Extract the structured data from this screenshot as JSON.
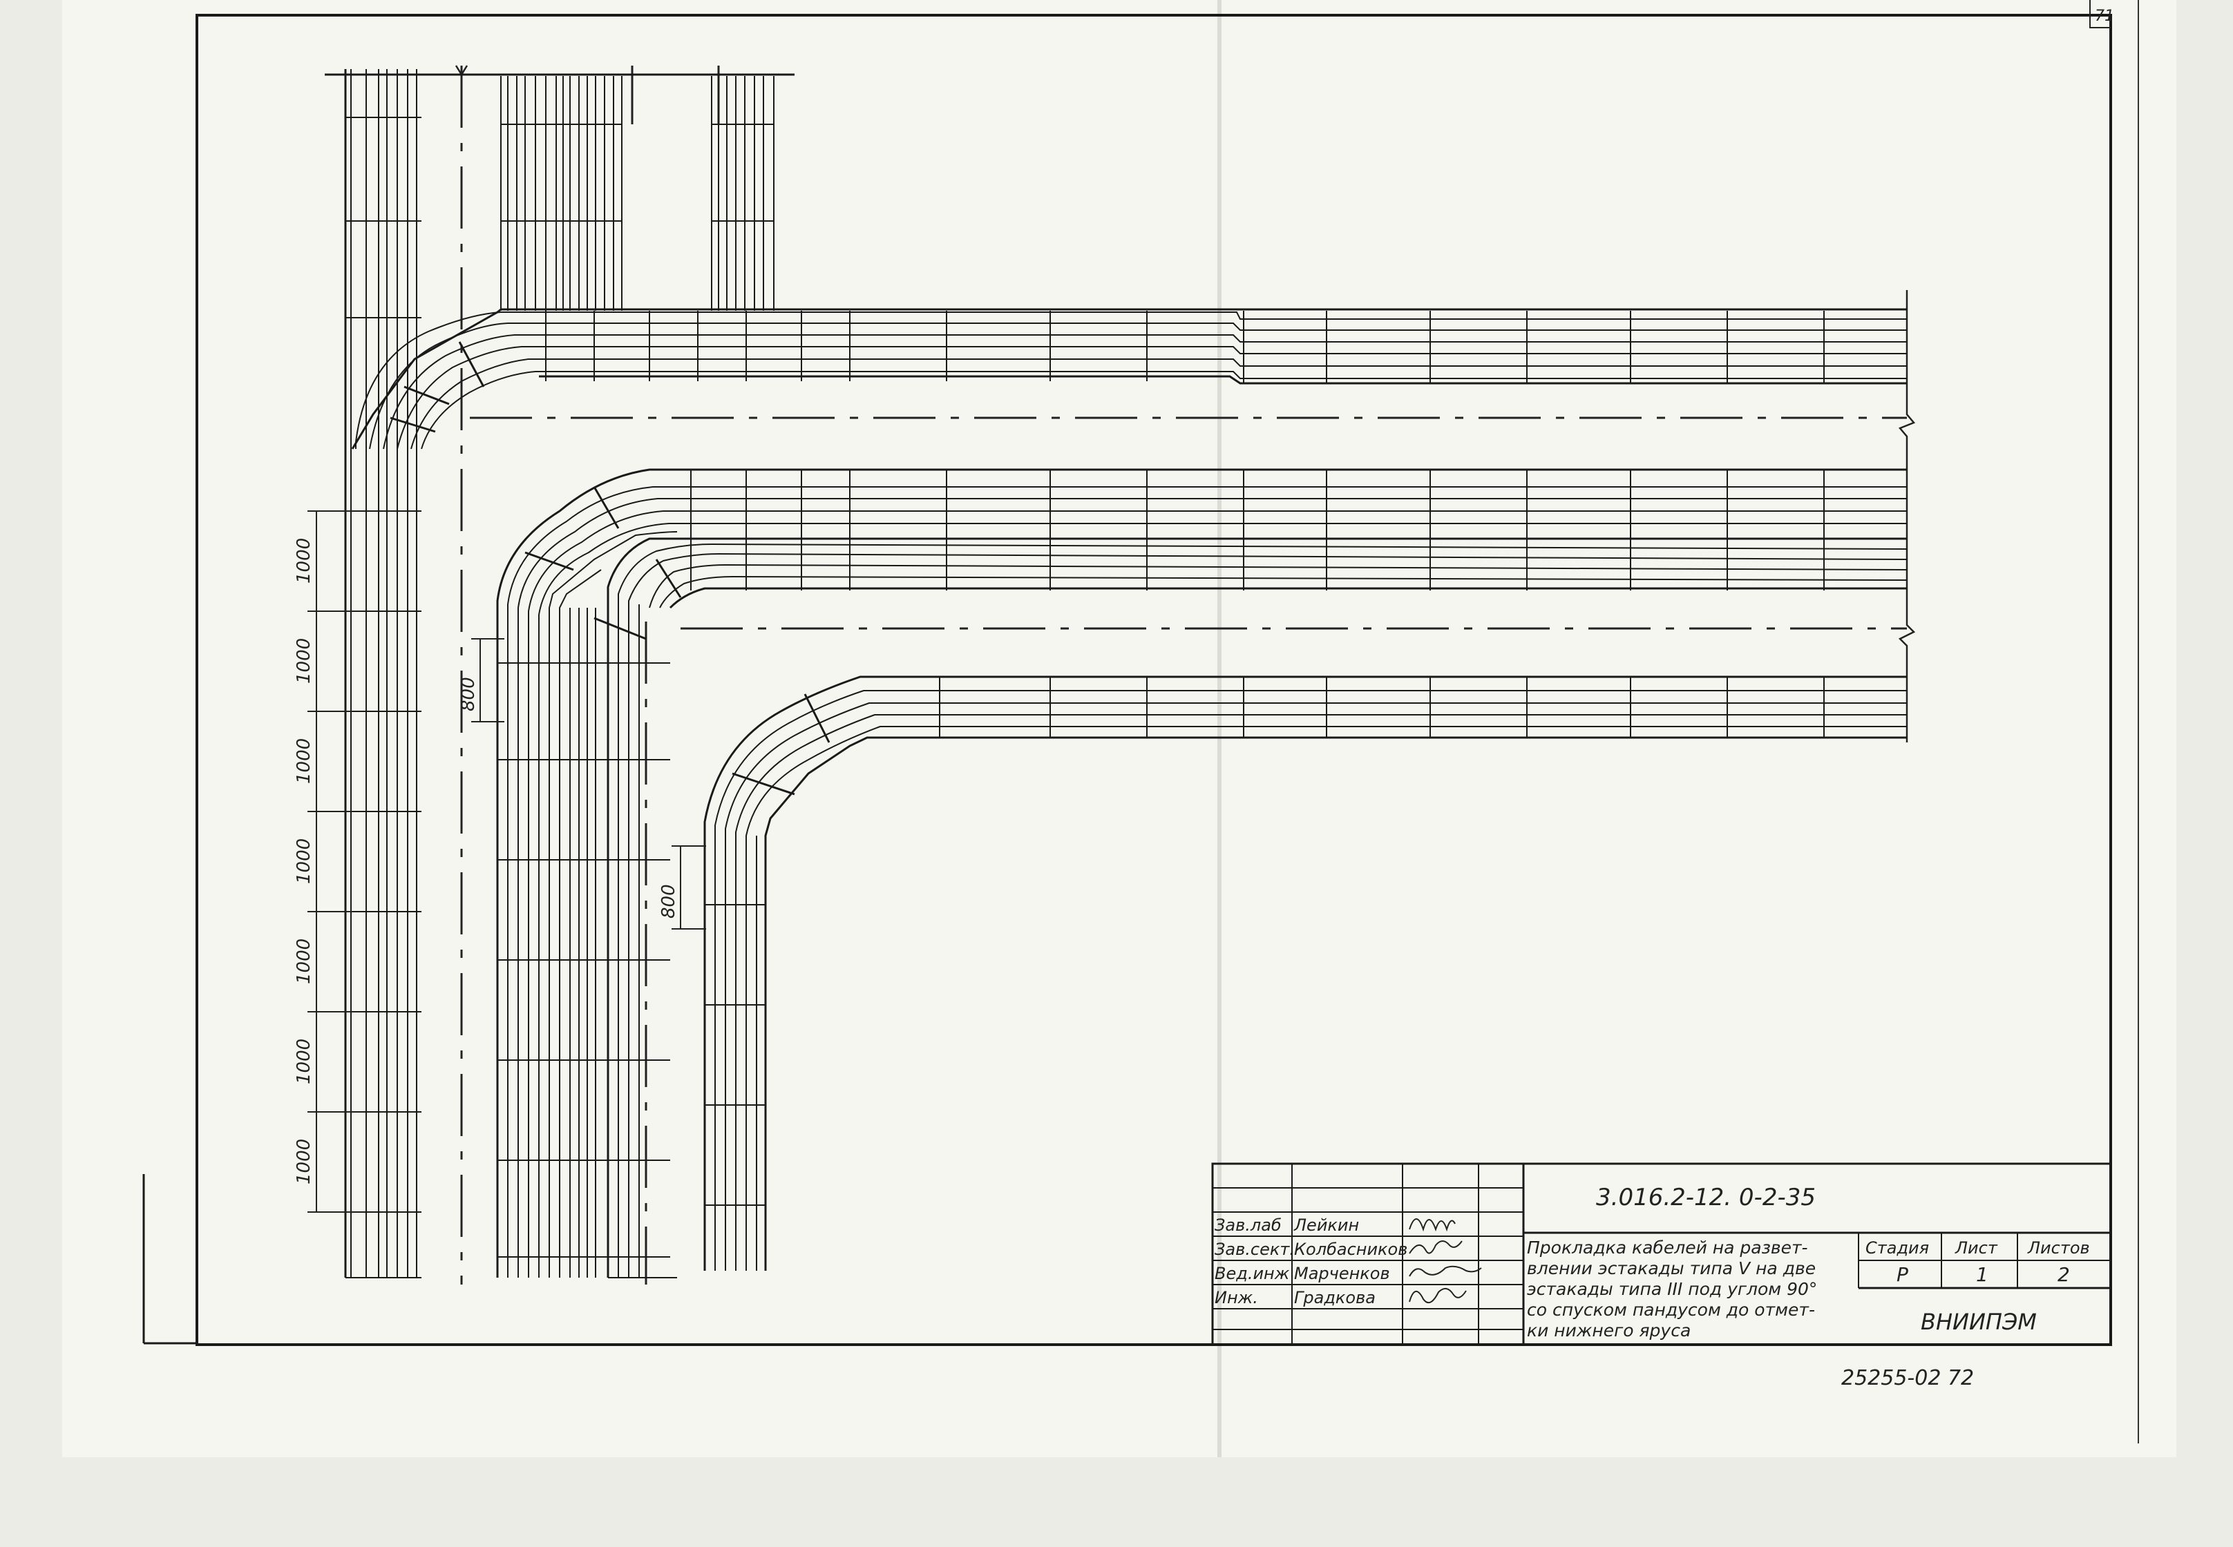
{
  "sheet_corner_number": "71",
  "dimensions": {
    "left_column": [
      "1000",
      "1000",
      "1000",
      "1000",
      "1000",
      "1000",
      "1000"
    ],
    "mid_offset": "800",
    "inner_offset": "800"
  },
  "title_block": {
    "designation": "3.016.2-12. 0-2-35",
    "signatures": [
      {
        "role": "Зав.лаб",
        "name": "Лейкин",
        "signature": "signature"
      },
      {
        "role": "Зав.сект.",
        "name": "Колбасников",
        "signature": "signature"
      },
      {
        "role": "Вед.инж",
        "name": "Марченков",
        "signature": "signature"
      },
      {
        "role": "Инж.",
        "name": "Градкова",
        "signature": "signature"
      }
    ],
    "description_lines": [
      "Прокладка кабелей на развет-",
      "влении эстакады типа V на две",
      "эстакады типа III под углом 90°",
      "со спуском пандусом до отмет-",
      "ки нижнего яруса"
    ],
    "stage_header": "Стадия",
    "sheet_header": "Лист",
    "sheets_header": "Листов",
    "stage_value": "Р",
    "sheet_value": "1",
    "sheets_value": "2",
    "organization": "ВНИИПЭМ"
  },
  "archive_number": "25255-02   72"
}
